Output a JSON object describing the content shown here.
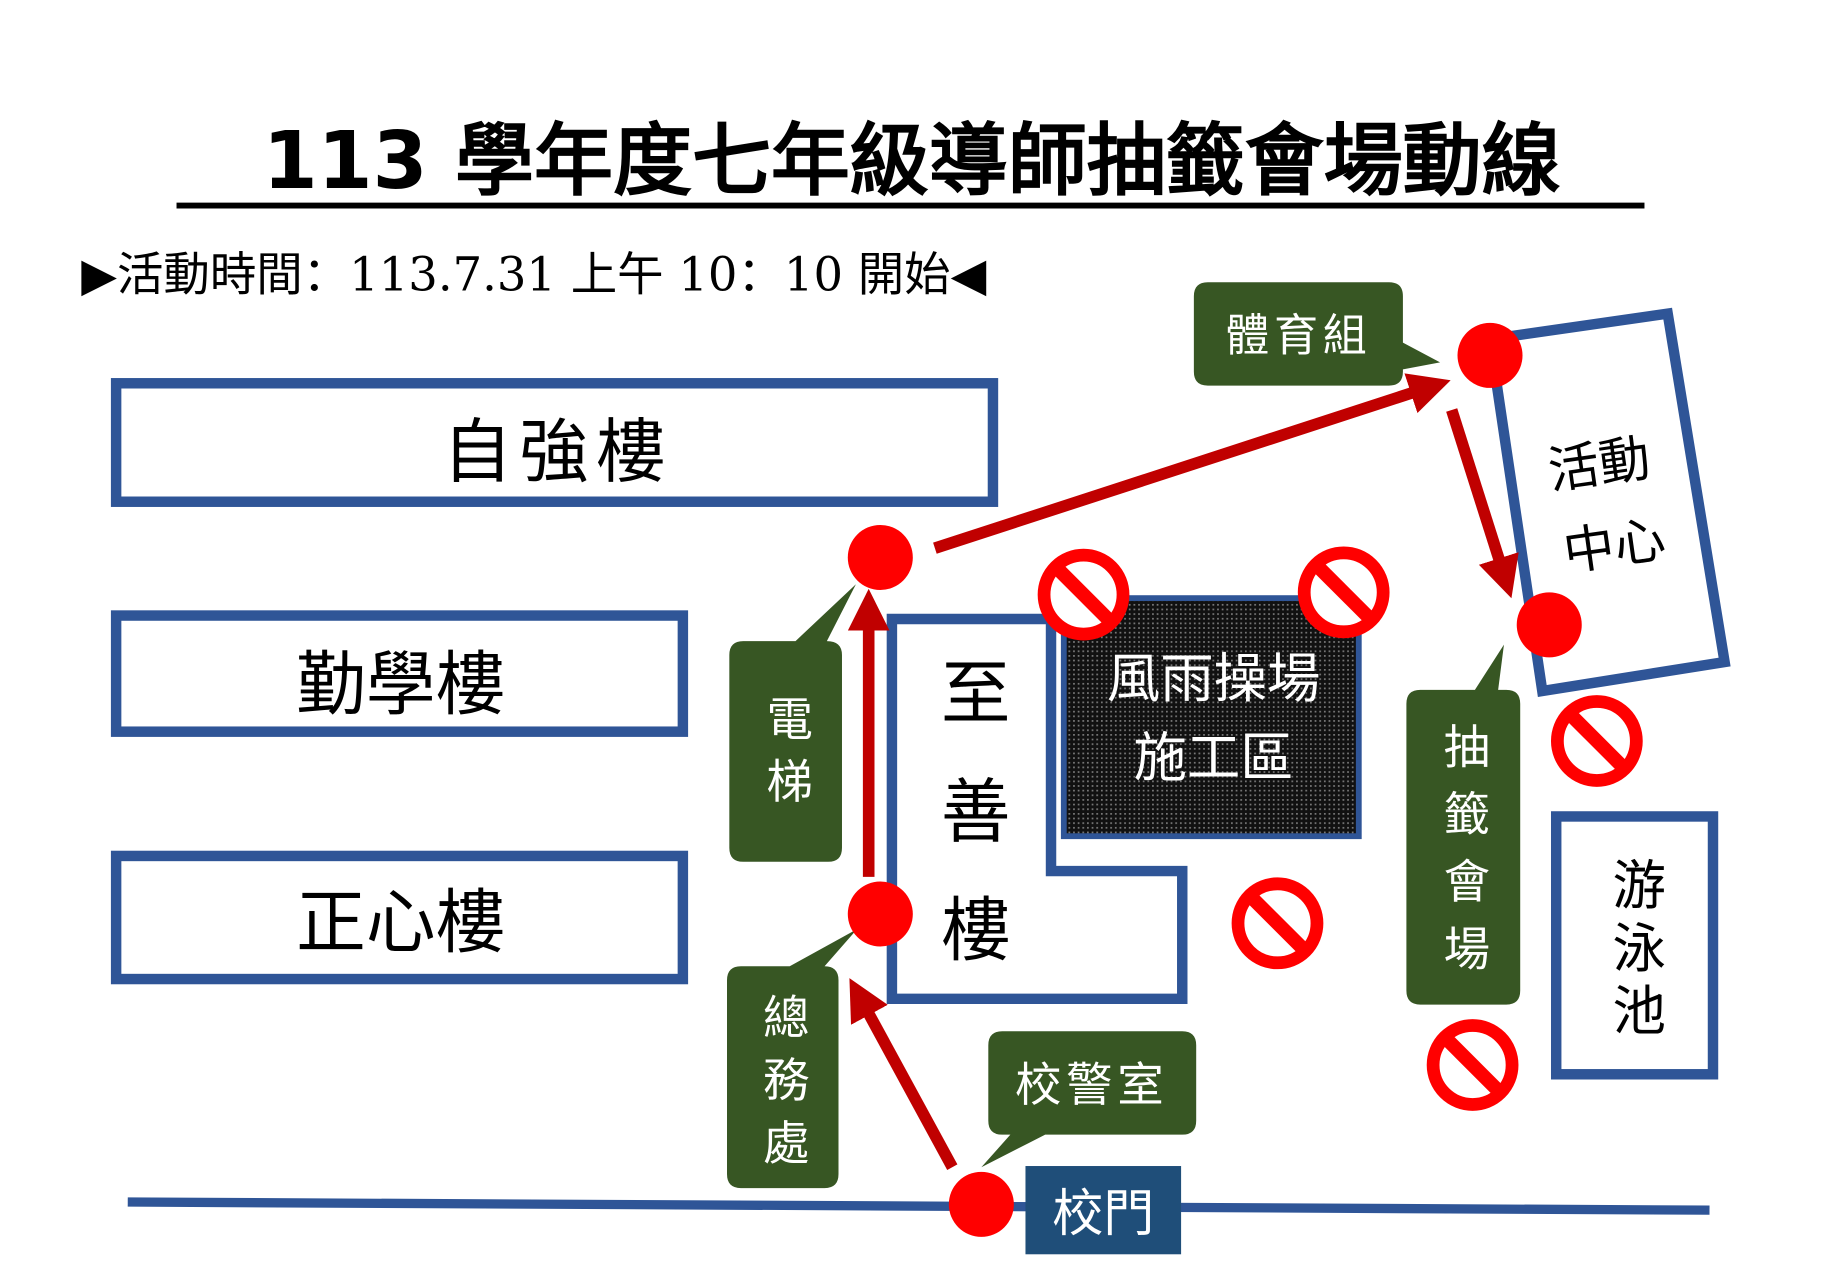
{
  "title": "113 學年度七年級導師抽籤會場動線",
  "subtitle": "▶活動時間：113.7.31 上午 10：10 開始◀",
  "buildings": {
    "ziqiang": "自強樓",
    "qinxue": "勤學樓",
    "zhengxin": "正心樓",
    "zhishan": "至善樓",
    "activity_center": [
      "活動",
      "中心"
    ],
    "pool": "游泳池",
    "playground": [
      "風雨操場",
      "施工區"
    ],
    "gate": "校門"
  },
  "callouts": {
    "sports": "體育組",
    "elevator": "電梯",
    "general_affairs": "總務處",
    "security": "校警室",
    "venue": "抽籤會場"
  },
  "colors": {
    "building_border": "#2f5597",
    "route_red": "#c00000",
    "dot_red": "#ff0000",
    "callout_green": "#375623",
    "gate_blue": "#1f4e79"
  }
}
